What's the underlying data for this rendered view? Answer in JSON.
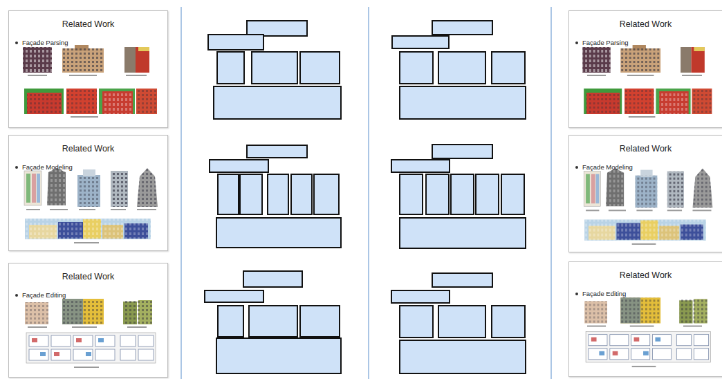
{
  "diagram": {
    "nodes": [
      {
        "text": [
          "Related Work",
          "Façade Parsing"
        ]
      },
      {
        "text": [
          "Related Work",
          "Façade Modeling"
        ]
      },
      {
        "text": [
          "Related Work",
          "Façade Editing"
        ]
      },
      {
        "text": [
          "Related Work",
          "Façade Parsing"
        ]
      },
      {
        "text": [
          "Related Work",
          "Façade Modeling"
        ]
      },
      {
        "text": [
          "Related Work",
          "Façade Editing"
        ]
      }
    ]
  }
}
